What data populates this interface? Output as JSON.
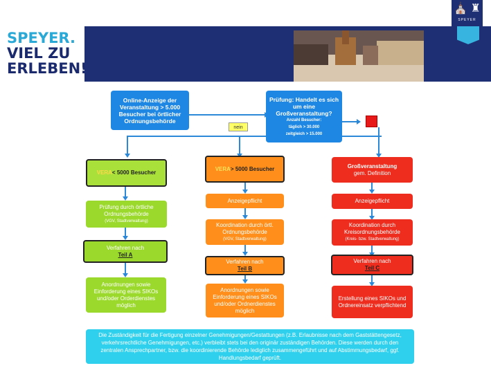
{
  "brand": {
    "line1": "SPEYER.",
    "line2": "VIEL ZU",
    "line3": "ERLEBEN!"
  },
  "logo": {
    "emblem": "⛪ ♜",
    "name": "SPEYER",
    "badge_text": ""
  },
  "nodes": {
    "online": "Online-Anzeige der Veranstaltung > 5.000 Besucher bei örtlicher Ordnungsbehörde",
    "pruefung_main": "Prüfung: Handelt es sich um eine Großveranstaltung?",
    "pruefung_sub1": "Anzahl Besucher:",
    "pruefung_sub2": "täglich > 30.000",
    "pruefung_sub3": "zeitgleich > 15.000",
    "nein": "nein",
    "vera_lt_a": "VERA",
    "vera_lt_b": " < 5000 Besucher",
    "vera_gt_a": "VERA",
    "vera_gt_b": " > 5000 Besucher",
    "gross_a": "Großveranstaltung",
    "gross_b": "gem. Definition",
    "g_pruefung": "Prüfung durch örtliche Ordnungsbehörde",
    "g_pruefung_sub": "(VGV, Stadtverwaltung)",
    "o_anzeige": "Anzeigepflicht",
    "r_anzeige": "Anzeigepflicht",
    "o_koord": "Koordination durch örtl. Ordnungsbehörde",
    "o_koord_sub": "(VGV, Stadtverwaltung)",
    "r_koord": "Koordination durch Kreisordnungsbehörde",
    "r_koord_sub": "(Kreis- bzw. Stadtverwaltung)",
    "verf_label": "Verfahren nach",
    "teil_a": "Teil A",
    "teil_b": "Teil B",
    "teil_c": "Teil C",
    "g_anord": "Anordnungen sowie Einforderung eines SIKOs und/oder Orderdienstes möglich",
    "o_anord": "Anordnungen sowie Einforderung eines SIKOs und/oder Ordnerdienstes möglich",
    "r_erst": "Erstellung eines SIKOs und Ordnereinsatz verpflichtend"
  },
  "bottom_text": "Die Zuständigkeit für die Fertigung einzelner Genehmigungen/Gestattungen (z.B. Erlaubnisse nach dem Gaststättengesetz, verkehrsrechtliche Genehmigungen, etc.) verbleibt stets bei den originär zuständigen Behörden. Diese werden durch den zentralen Ansprechpartner, bzw. die koordinierende Behörde lediglich zusammengeführt und auf Abstimmungsbedarf, ggf. Handlungsbedarf geprüft."
}
